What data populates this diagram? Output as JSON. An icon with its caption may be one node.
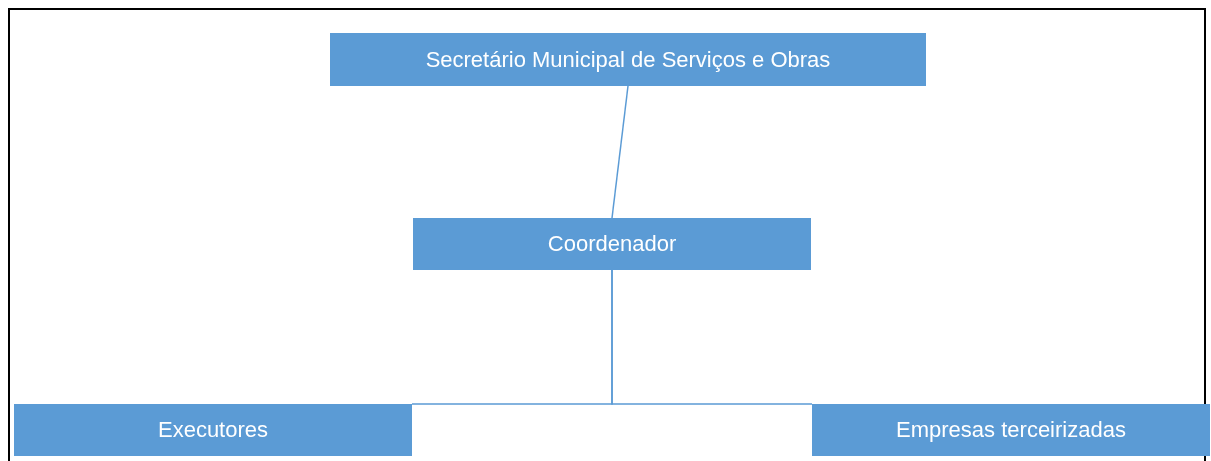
{
  "diagram": {
    "nodes": [
      {
        "text": [
          "Secretário Municipal de Serviços e Obras"
        ]
      },
      {
        "text": [
          "Coordenador"
        ]
      },
      {
        "text": [
          "Executores"
        ]
      },
      {
        "text": [
          "Empresas terceirizadas"
        ]
      }
    ],
    "edges": [
      {
        "from": 0,
        "to": 1,
        "arrow": "none"
      },
      {
        "from": 1,
        "to": 2,
        "arrow": "none"
      },
      {
        "from": 1,
        "to": 3,
        "arrow": "none"
      }
    ]
  }
}
